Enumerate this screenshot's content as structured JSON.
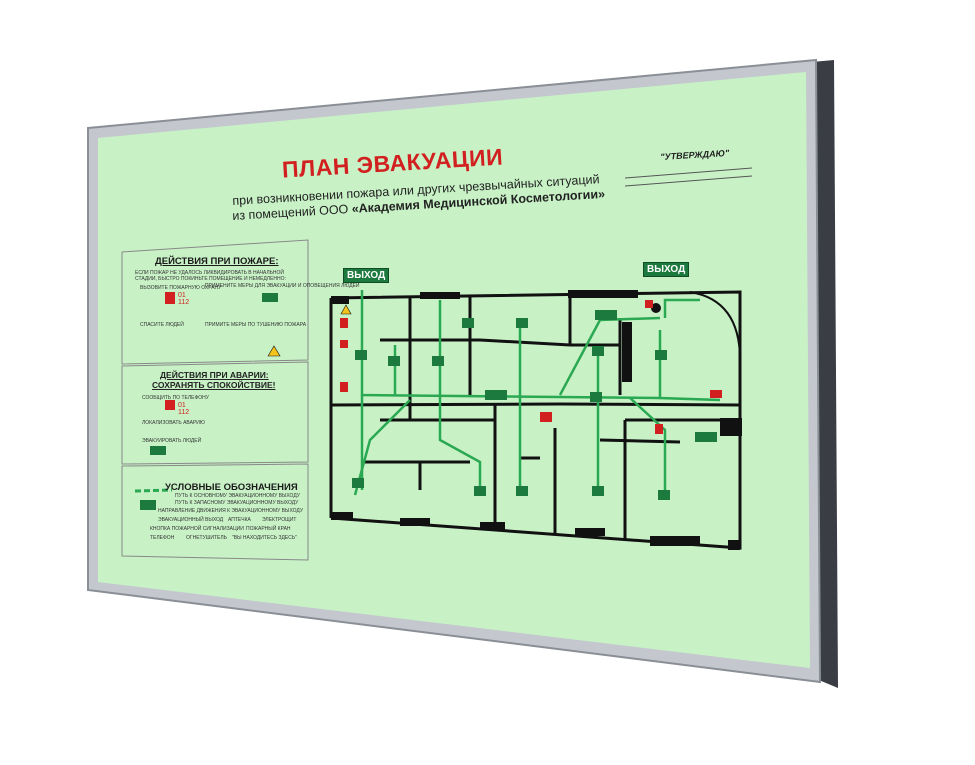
{
  "plan": {
    "title": "ПЛАН ЭВАКУАЦИИ",
    "subtitle_line1": "при возникновении пожара или других чрезвычайных ситуаций",
    "subtitle_line2_prefix": "из помещений ООО ",
    "subtitle_line2_org": "«Академия Медицинской Косметологии»",
    "approve_label": "\"УТВЕРЖДАЮ\"",
    "exit_labels": [
      "ВЫХОД",
      "ВЫХОД"
    ]
  },
  "legend": {
    "fire_heading": "ДЕЙСТВИЯ ПРИ ПОЖАРЕ:",
    "fire_intro": "ЕСЛИ ПОЖАР НЕ УДАЛОСЬ ЛИКВИДИРОВАТЬ В НАЧАЛЬНОЙ СТАДИИ, БЫСТРО ПОКИНЬТЕ ПОМЕЩЕНИЕ И НЕМЕДЛЕННО:",
    "fire_steps": [
      "ВЫЗОВИТЕ ПОЖАРНУЮ ОХРАНУ",
      "ПРИМЕНИТЕ МЕРЫ ДЛЯ ЭВАКУАЦИИ И ОПОВЕЩЕНИЯ ЛЮДЕЙ",
      "СПАСИТЕ ЛЮДЕЙ",
      "ПРИМИТЕ МЕРЫ ПО ТУШЕНИЮ ПОЖАРА"
    ],
    "phone_numbers": [
      "01",
      "112"
    ],
    "accident_heading": "ДЕЙСТВИЯ ПРИ АВАРИИ:",
    "accident_heading2": "СОХРАНЯТЬ СПОКОЙСТВИЕ!",
    "accident_steps": [
      "СООБЩИТЬ ПО ТЕЛЕФОНУ",
      "ЛОКАЛИЗОВАТЬ АВАРИЮ",
      "ЭВАКУИРОВАТЬ ЛЮДЕЙ"
    ],
    "symbols_heading": "УСЛОВНЫЕ ОБОЗНАЧЕНИЯ",
    "symbols": [
      "ПУТЬ К ОСНОВНОМУ ЭВАКУАЦИОННОМУ ВЫХОДУ",
      "ПУТЬ К ЗАПАСНОМУ ЭВАКУАЦИОННОМУ ВЫХОДУ",
      "НАПРАВЛЕНИЕ ДВИЖЕНИЯ К ЭВАКУАЦИОННОМУ ВЫХОДУ",
      "ЭВАКУАЦИОННЫЙ ВЫХОД",
      "АПТЕЧКА",
      "ЭЛЕКТРОЩИТ",
      "КНОПКА ПОЖАРНОЙ СИГНАЛИЗАЦИИ",
      "ПОЖАРНЫЙ КРАН",
      "ТЕЛЕФОН",
      "ОГНЕТУШИТЕЛЬ",
      "\"ВЫ НАХОДИТЕСЬ ЗДЕСЬ\""
    ]
  },
  "colors": {
    "panel": "#c8f2c6",
    "frame": "#b8bcc2",
    "route": "#2aa852",
    "title": "#d21f1f",
    "wall": "#111111"
  }
}
